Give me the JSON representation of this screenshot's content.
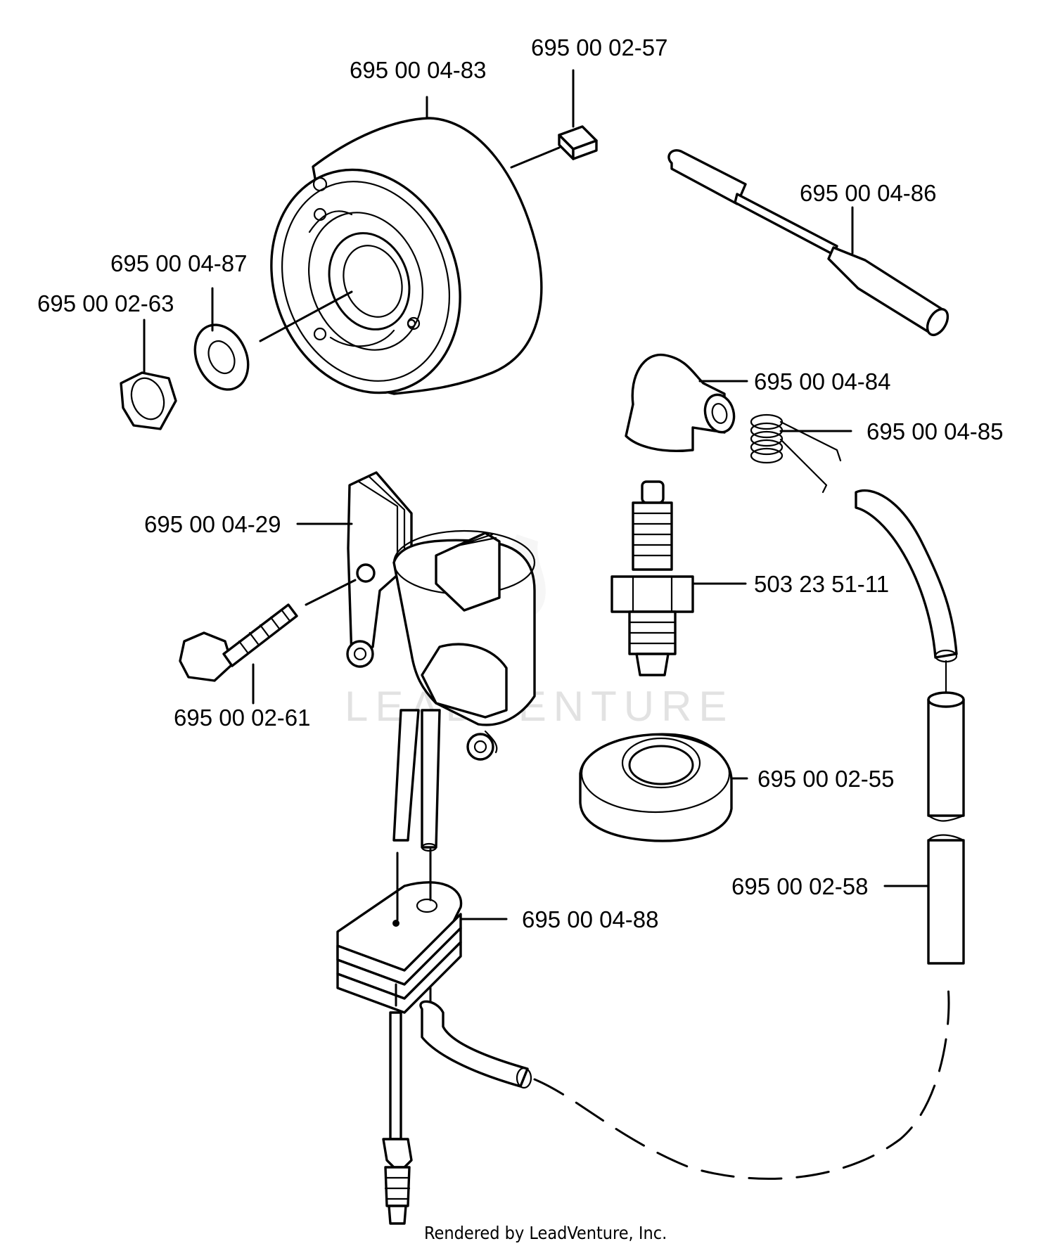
{
  "labels": {
    "flywheel": "695 00 04-83",
    "key": "695 00 02-57",
    "cable": "695 00 04-86",
    "washer": "695 00 04-87",
    "nut": "695 00 02-63",
    "boot": "695 00 04-84",
    "spring": "695 00 04-85",
    "ignition_module": "695 00 04-29",
    "spark_plug": "503 23 51-11",
    "screw": "695 00 02-61",
    "grommet": "695 00 02-55",
    "hose": "695 00 02-58",
    "terminal_block": "695 00 04-88"
  },
  "watermark": "LEADVENTURE",
  "footer": "Rendered by LeadVenture, Inc."
}
